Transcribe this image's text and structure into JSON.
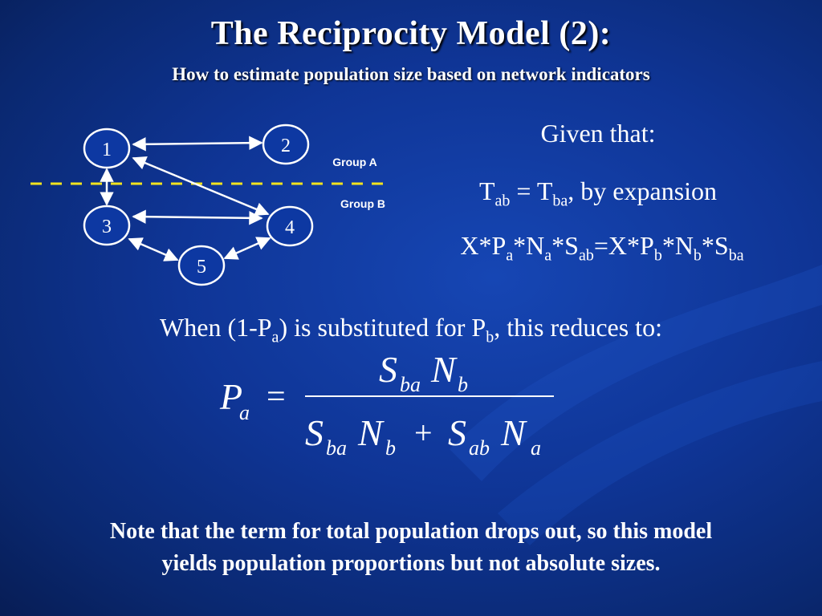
{
  "slide": {
    "title": "The Reciprocity Model (2):",
    "subtitle": "How to estimate population size based on network indicators"
  },
  "network": {
    "nodes": [
      "1",
      "2",
      "3",
      "4",
      "5"
    ],
    "group_a_label": "Group A",
    "group_b_label": "Group B",
    "divider_color": "#f2e31e"
  },
  "equations": {
    "given": "Given that:",
    "tab_T1": "T",
    "tab_sub1": "ab",
    "tab_eq": " = T",
    "tab_sub2": "ba",
    "tab_tail": ", by expansion",
    "x_parts": [
      "X*P",
      "a",
      "*N",
      "a",
      "*S",
      "ab",
      "=X*P",
      "b",
      "*N",
      "b",
      "*S",
      "ba"
    ],
    "when_pre": "When (1-P",
    "when_sub1": "a",
    "when_mid": ") is substituted for P",
    "when_sub2": "b",
    "when_post": ", this reduces to:"
  },
  "formula": {
    "lhs": "P",
    "lhs_sub": "a",
    "equals": "=",
    "num_S": "S",
    "num_S_sub": "ba",
    "num_N": "N",
    "num_N_sub": "b",
    "den1_S": "S",
    "den1_S_sub": "ba",
    "den1_N": "N",
    "den1_N_sub": "b",
    "plus": "+",
    "den2_S": "S",
    "den2_S_sub": "ab",
    "den2_N": "N",
    "den2_N_sub": "a"
  },
  "note": {
    "line1": "Note that the term for total population drops out, so this model",
    "line2": "yields population proportions but not absolute sizes."
  }
}
